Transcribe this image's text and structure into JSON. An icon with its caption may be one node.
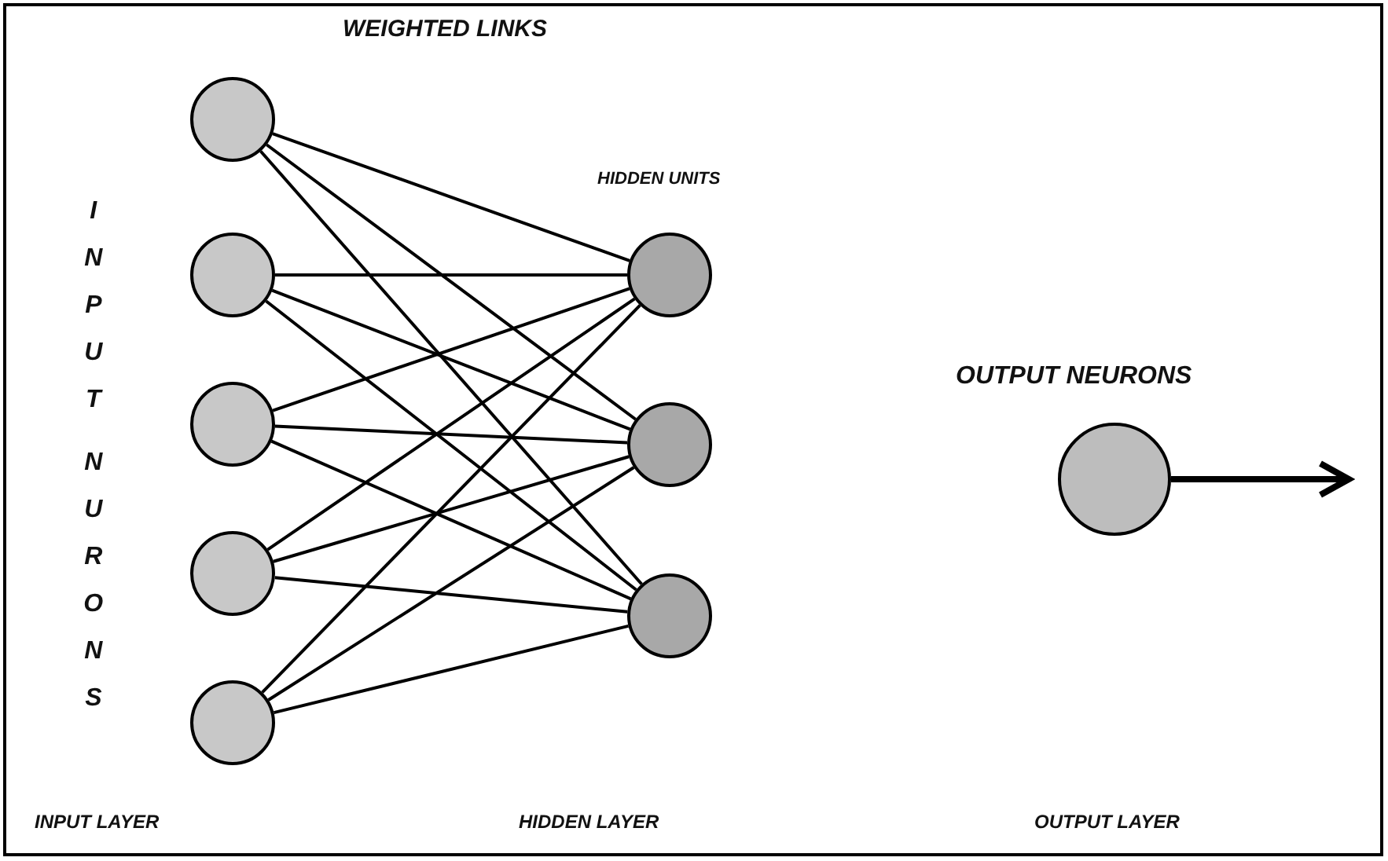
{
  "diagram": {
    "nodes": [
      {
        "text": [],
        "shape": "circle"
      },
      {
        "text": [],
        "shape": "circle"
      },
      {
        "text": [],
        "shape": "circle"
      },
      {
        "text": [],
        "shape": "circle"
      },
      {
        "text": [],
        "shape": "circle"
      },
      {
        "text": [],
        "shape": "circle"
      },
      {
        "text": [],
        "shape": "circle"
      },
      {
        "text": [],
        "shape": "circle"
      },
      {
        "text": [],
        "shape": "circle"
      }
    ],
    "edges": [
      {
        "from": 0,
        "to": 5,
        "arrow": "none"
      },
      {
        "from": 0,
        "to": 6,
        "arrow": "none"
      },
      {
        "from": 0,
        "to": 7,
        "arrow": "none"
      },
      {
        "from": 1,
        "to": 5,
        "arrow": "none"
      },
      {
        "from": 1,
        "to": 6,
        "arrow": "none"
      },
      {
        "from": 1,
        "to": 7,
        "arrow": "none"
      },
      {
        "from": 2,
        "to": 5,
        "arrow": "none"
      },
      {
        "from": 2,
        "to": 6,
        "arrow": "none"
      },
      {
        "from": 2,
        "to": 7,
        "arrow": "none"
      },
      {
        "from": 3,
        "to": 5,
        "arrow": "none"
      },
      {
        "from": 3,
        "to": 6,
        "arrow": "none"
      },
      {
        "from": 3,
        "to": 7,
        "arrow": "none"
      },
      {
        "from": 4,
        "to": 5,
        "arrow": "none"
      },
      {
        "from": 4,
        "to": 6,
        "arrow": "none"
      },
      {
        "from": 4,
        "to": 7,
        "arrow": "none"
      },
      {
        "from": 8,
        "to": null,
        "arrow": "to",
        "style": "thick"
      }
    ],
    "labels": [
      "WEIGHTED LINKS",
      "INPUT",
      "HIDDEN UNITS",
      "NURONS",
      "OUTPUT NEURONS",
      "INPUT LAYER",
      "HIDDEN LAYER",
      "OUTPUT LAYER"
    ]
  }
}
